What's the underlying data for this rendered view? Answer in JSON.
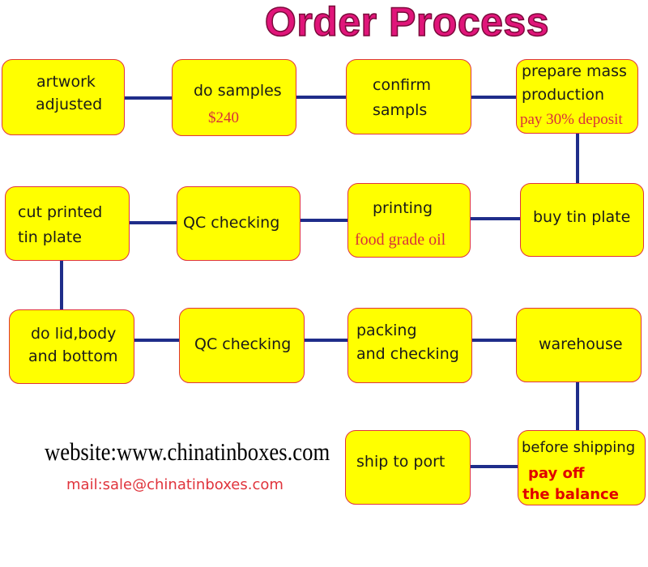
{
  "title": "Order Process",
  "steps": [
    {
      "id": "artwork",
      "lines": [
        "artwork",
        "adjusted"
      ]
    },
    {
      "id": "do-samples",
      "lines": [
        "do samples"
      ],
      "note": "$240"
    },
    {
      "id": "confirm",
      "lines": [
        "confirm",
        "sampls"
      ]
    },
    {
      "id": "prepare",
      "lines": [
        "prepare mass",
        "production"
      ],
      "note": "pay 30% deposit"
    },
    {
      "id": "buy-tin",
      "lines": [
        "buy tin plate"
      ]
    },
    {
      "id": "printing",
      "lines": [
        "printing"
      ],
      "note": "food grade oil"
    },
    {
      "id": "qc1",
      "lines": [
        "QC checking"
      ]
    },
    {
      "id": "cut",
      "lines": [
        "cut printed",
        "tin plate"
      ]
    },
    {
      "id": "lid",
      "lines": [
        "do lid,body",
        "and bottom"
      ]
    },
    {
      "id": "qc2",
      "lines": [
        "QC checking"
      ]
    },
    {
      "id": "packing",
      "lines": [
        "packing",
        "and checking"
      ]
    },
    {
      "id": "warehouse",
      "lines": [
        "warehouse"
      ]
    },
    {
      "id": "before-shipping",
      "lines": [
        "before shipping"
      ],
      "note_lines": [
        "pay off",
        "the balance"
      ]
    },
    {
      "id": "ship",
      "lines": [
        "ship to port"
      ]
    }
  ],
  "footer": {
    "website": "website:www.chinatinboxes.com",
    "mail": "mail:sale@chinatinboxes.com"
  },
  "colors": {
    "title": "#e0157a",
    "box_fill": "#ffff00",
    "box_border": "#e0343c",
    "connector": "#1f2d8a",
    "note_red": "#d8313a"
  }
}
